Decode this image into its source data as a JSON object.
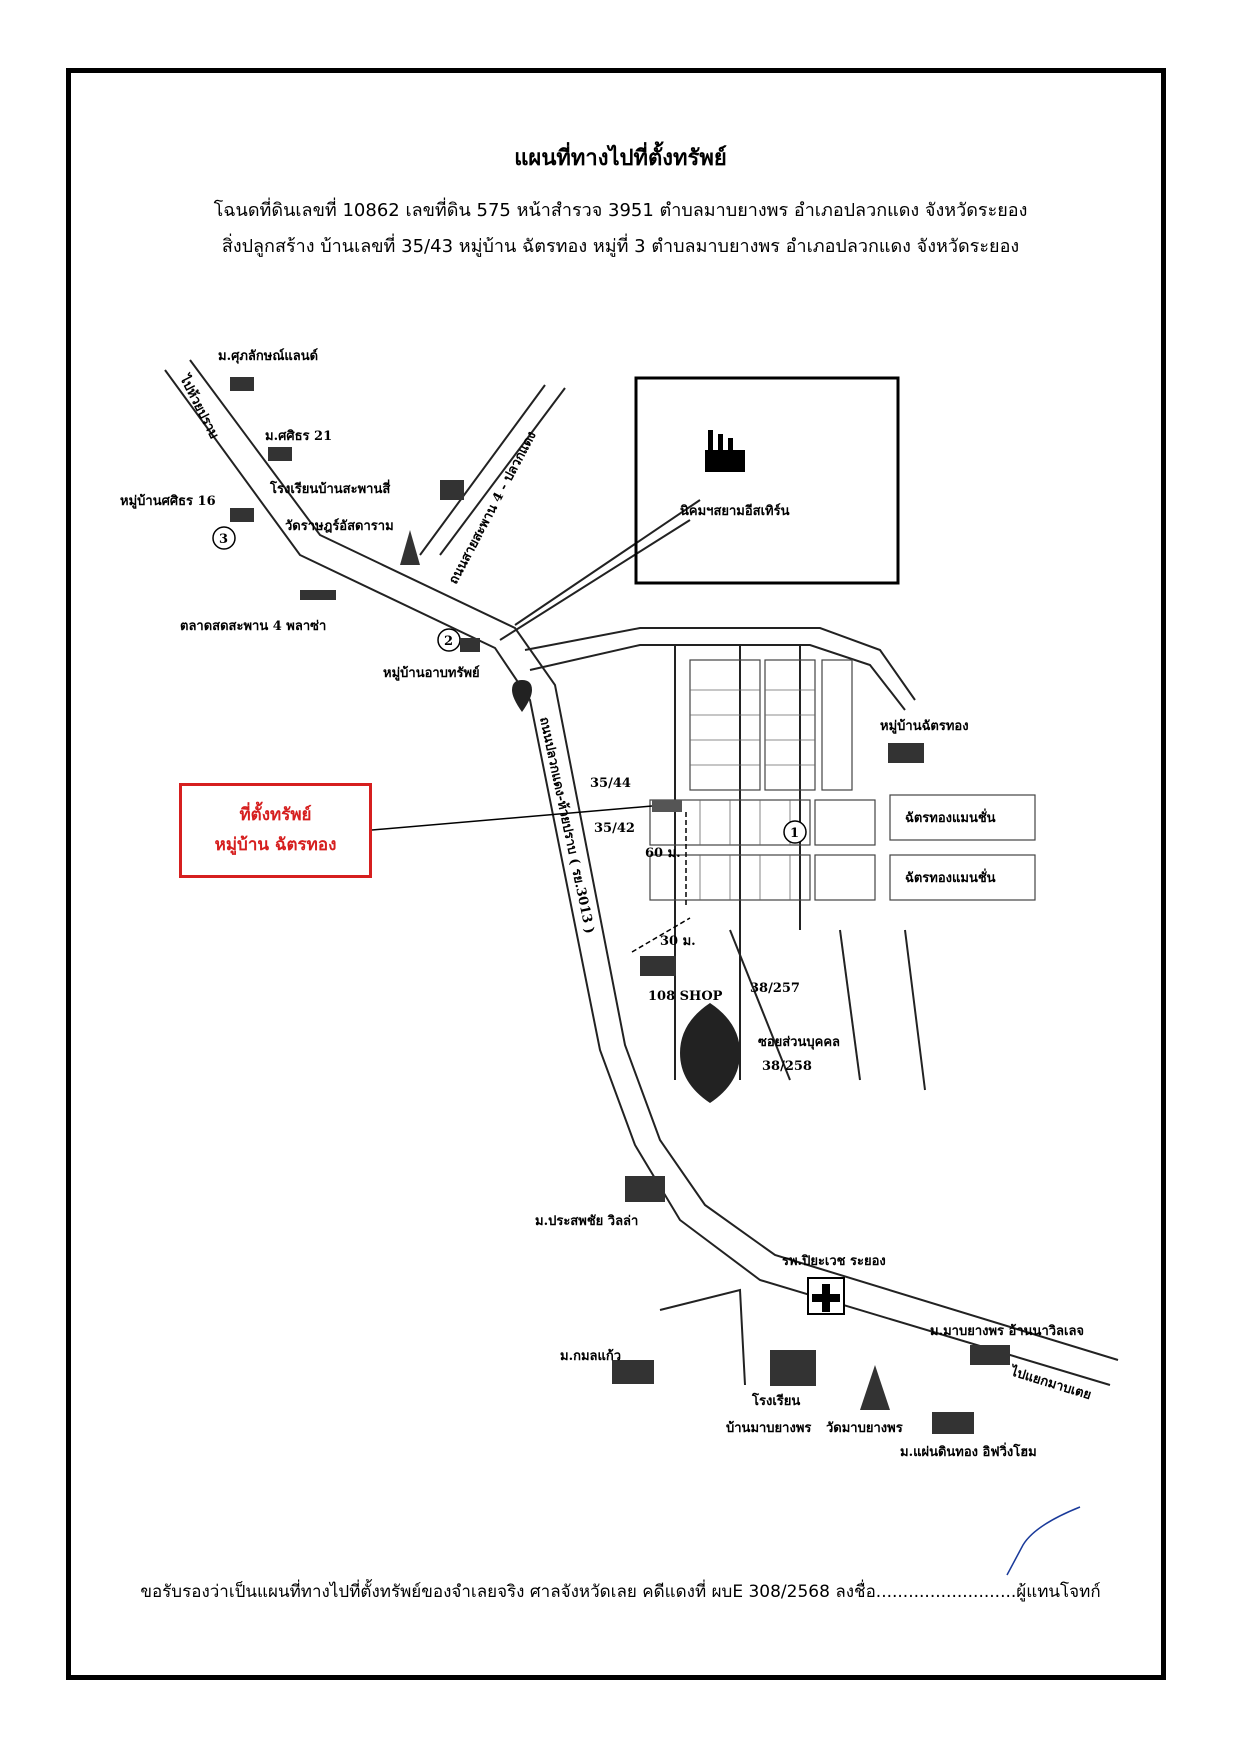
{
  "header": {
    "title": "แผนที่ทางไปที่ตั้งทรัพย์",
    "line1": "โฉนดที่ดินเลขที่ 10862 เลขที่ดิน 575  หน้าสำรวจ 3951  ตำบลมาบยางพร  อำเภอปลวกแดง  จังหวัดระยอง",
    "line2": "สิ่งปลูกสร้าง  บ้านเลขที่ 35/43  หมู่บ้าน ฉัตรทอง  หมู่ที่ 3  ตำบลมาบยางพร  อำเภอปลวกแดง  จังหวัดระยอง"
  },
  "marker": {
    "line1": "ที่ตั้งทรัพย์",
    "line2": "หมู่บ้าน ฉัตรทอง",
    "color": "#d61f1f"
  },
  "map_labels": {
    "to_huai_pong": "ไปห้วยปราบ",
    "subhalak": "ม.ศุภลักษณ์แลนด์",
    "sathira21": "ม.ศศิธร 21",
    "school_saphan4": "โรงเรียนบ้านสะพานสี่",
    "village_sathira16": "หมู่บ้านศศิธร 16",
    "wat_rat": "วัดราษฎร์อัสดาราม",
    "road_saphan4": "ถนนสายสะพาน 4 - ปลวกแดง",
    "industrial_estate": "นิคมฯสยามอีสเทิร์น",
    "market": "ตลาดสดสะพาน 4 พลาซ่า",
    "village_arb": "หมู่บ้านอาบทรัพย์",
    "village_chatthong": "หมู่บ้านฉัตรทอง",
    "main_road": "ถนนปลวกแดง-ห้วยปราบ ( รย.3013 )",
    "house_3544": "35/44",
    "house_3542": "35/42",
    "dist_60": "60 ม.",
    "dist_30": "30 ม.",
    "shop": "108 SHOP",
    "mansion1": "ฉัตรทองแมนชั่น",
    "mansion2": "ฉัตรทองแมนชั่น",
    "villa": "ม.ประสพชัย วิลล่า",
    "hospital": "รพ.ปิยะเวช ระยอง",
    "map_yang_village": "ม.มาบยางพร อ้านนาวิลเลจ",
    "kamonkaew": "ม.กมลแก้ว",
    "school_map_yang_1": "โรงเรียน",
    "school_map_yang_2": "บ้านมาบยางพร",
    "wat_map_yang": "วัดมาบยางพร",
    "to_map_ta_phut": "ไปแยกมาบเตย",
    "phaen_din_thong": "ม.แผ่นดินทอง อิฟวิ่งโฮม",
    "circle1": "1",
    "circle2": "2",
    "circle3": "3",
    "small_lane_label": "ซอยส่วนบุคคล",
    "small_house_1": "38/257",
    "small_house_2": "38/258"
  },
  "footer": {
    "text": "ขอรับรองว่าเป็นแผนที่ทางไปที่ตั้งทรัพย์ของจำเลยจริง ศาลจังหวัดเลย คดีแดงที่ ผบE 308/2568 ลงชื่อ..........................ผู้แทนโจทก์"
  }
}
